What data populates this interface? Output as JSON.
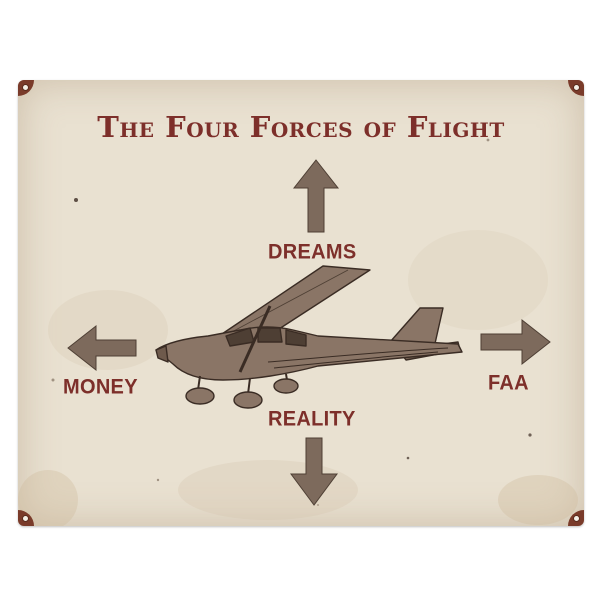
{
  "sign": {
    "title": "The Four Forces of Flight",
    "forces": {
      "up": "DREAMS",
      "left": "MONEY",
      "right": "FAA",
      "down": "REALITY"
    }
  },
  "colors": {
    "background": "#e9e1d1",
    "text": "#7d2f2a",
    "arrow": "#7d6a5c",
    "plane": "#8a7566"
  },
  "icons": [
    "arrow-up-icon",
    "arrow-left-icon",
    "arrow-right-icon",
    "arrow-down-icon",
    "airplane-icon"
  ]
}
